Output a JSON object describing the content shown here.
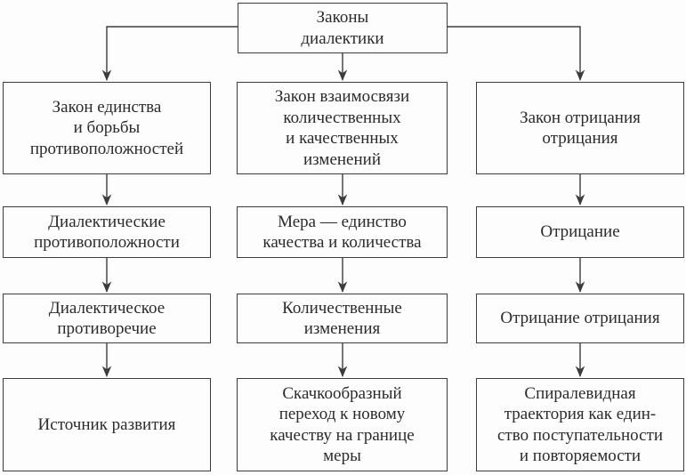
{
  "colors": {
    "line": "#3c3c3c",
    "text": "#2b2b2b",
    "box_background": "#fdfdfd",
    "page_background": "#fdfdfd"
  },
  "root": {
    "label": "Законы\nдиалектики"
  },
  "columns": [
    {
      "nodes": [
        {
          "label": "Закон единства\nи борьбы\nпротивоположностей"
        },
        {
          "label": "Диалектические\nпротивоположности"
        },
        {
          "label": "Диалектическое\nпротиворечие"
        },
        {
          "label": "Источник развития"
        }
      ]
    },
    {
      "nodes": [
        {
          "label": "Закон взаимосвязи\nколичественных\nи качественных\nизменений"
        },
        {
          "label": "Мера — единство\nкачества и количества"
        },
        {
          "label": "Количественные\nизменения"
        },
        {
          "label": "Скачкообразный\nпереход к новому\nкачеству на границе\nмеры"
        }
      ]
    },
    {
      "nodes": [
        {
          "label": "Закон отрицания\nотрицания"
        },
        {
          "label": "Отрицание"
        },
        {
          "label": "Отрицание отрицания"
        },
        {
          "label": "Спиралевидная\nтраектория как един-\nство поступательности\nи повторяемости"
        }
      ]
    }
  ]
}
